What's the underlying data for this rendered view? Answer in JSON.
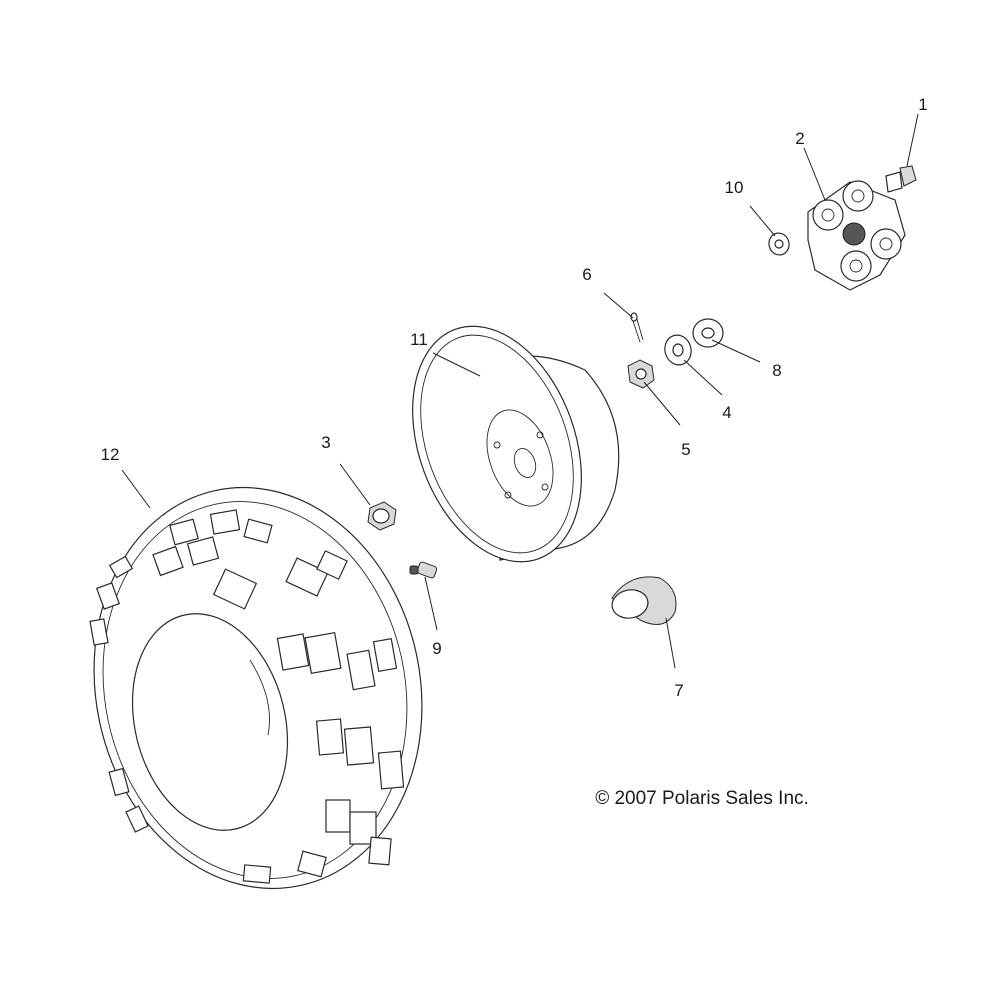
{
  "callouts": [
    "1",
    "2",
    "3",
    "4",
    "5",
    "6",
    "7",
    "8",
    "9",
    "10",
    "11",
    "12"
  ],
  "copyright": "© 2007 Polaris Sales Inc."
}
